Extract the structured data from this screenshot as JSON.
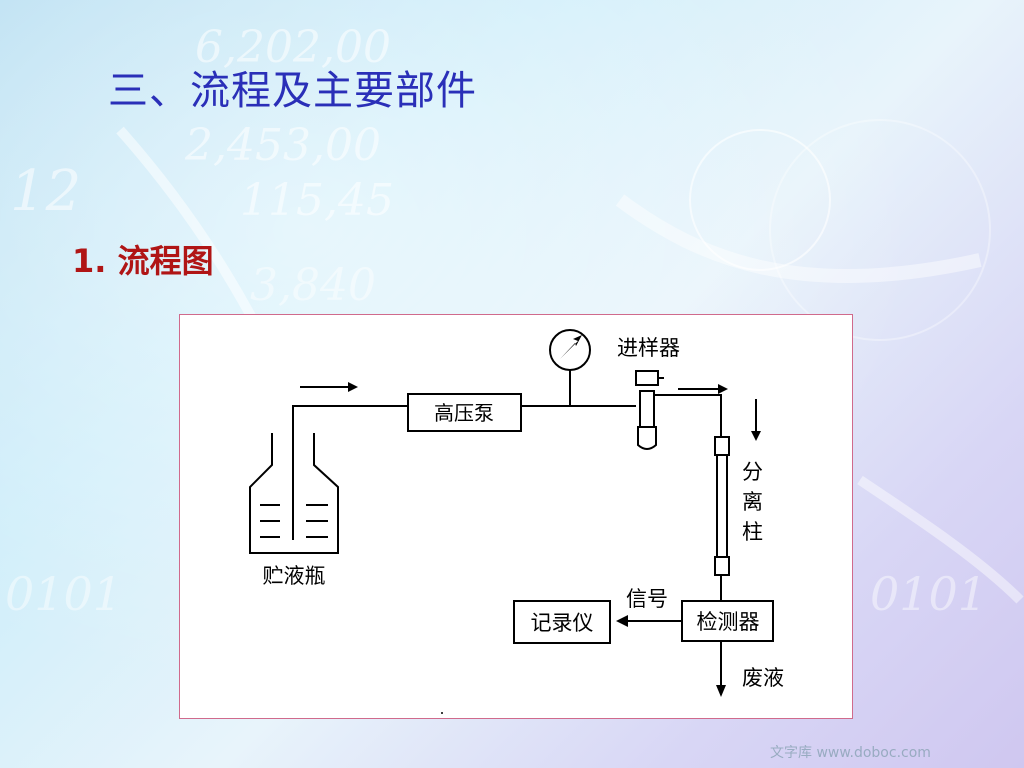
{
  "slide": {
    "title": "三、流程及主要部件",
    "section": "1. 流程图"
  },
  "background": {
    "numbers": [
      "6,202,00",
      "2,453,00",
      "12",
      "115,45",
      "3,840",
      "0101"
    ]
  },
  "diagram": {
    "labels": {
      "pump": "高压泵",
      "injector": "进样器",
      "column_1": "分",
      "column_2": "离",
      "column_3": "柱",
      "reservoir": "贮液瓶",
      "signal": "信号",
      "recorder": "记录仪",
      "detector": "检测器",
      "waste": "废液"
    }
  },
  "colors": {
    "title": "#2a2fb8",
    "section": "#b01515",
    "frame_border": "#d06a8c"
  },
  "watermark": "文字库 www.doboc.com"
}
